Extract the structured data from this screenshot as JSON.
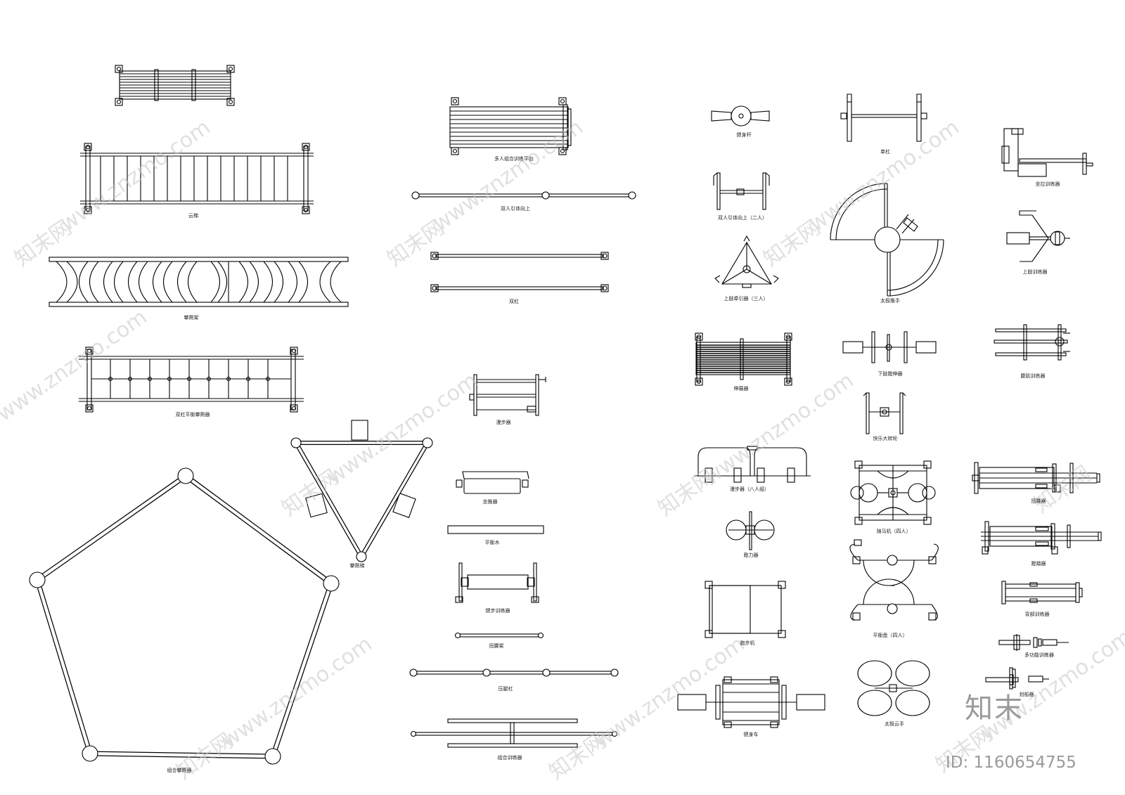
{
  "labels": {
    "l01": "组合攀爬器",
    "l02": "云梯",
    "l03": "攀爬架",
    "l04": "双杠平衡攀爬器",
    "l05": "攀爬梯",
    "l06": "多人组合训练平台",
    "l07": "双人引体向上",
    "l08": "双杠",
    "l09": "漫步器",
    "l10": "坐推器",
    "l11": "平衡木",
    "l12": "健步训练器",
    "l13": "扭腰架",
    "l14": "压腿杠",
    "l15": "组合训练器",
    "l16": "健身杆",
    "l17": "单杠",
    "l18": "双人引体向上（二人）",
    "l19": "上肢牵引器（三人）",
    "l20": "太极推手",
    "l21": "坐拉训练器",
    "l22": "上肢训练器",
    "l23": "伸展器",
    "l24": "下肢蹬伸器",
    "l25": "腹肌训练器",
    "l26": "快乐大转轮",
    "l27": "漫步器（八人组）",
    "l28": "骑马机（四人）",
    "l29": "扭腰器",
    "l30": "蹬力器",
    "l31": "蹬踏器",
    "l32": "跑步机",
    "l33": "平衡盘（四人）",
    "l34": "多功能训练器",
    "l35": "背部训练器",
    "l36": "健身车",
    "l37": "太极云手",
    "l38": "划船器"
  },
  "watermark": {
    "site": "www.znzmo.com",
    "site_cn": "知末网",
    "logo": "知末",
    "id": "ID: 1160654755"
  },
  "colors": {
    "line": "#000000",
    "watermark": "#b8b8b8",
    "paper": "#ffffff"
  }
}
